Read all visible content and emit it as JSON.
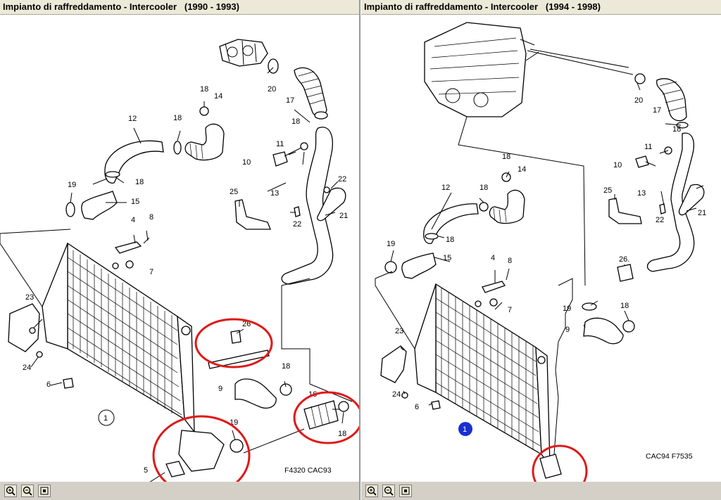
{
  "left": {
    "title": "Impianto di raffreddamento - Intercooler   (1990 - 1993)",
    "diagram_code": "F4320 CAC93",
    "group_badge": "1",
    "callouts": {
      "c20": "20",
      "c17": "17",
      "c18a": "18",
      "c14": "14",
      "c18b": "18",
      "c12": "12",
      "c18c": "18",
      "c18d": "18",
      "c11": "11",
      "c10": "10",
      "c19a": "19",
      "c15": "15",
      "c4": "4",
      "c8": "8",
      "c7": "7",
      "c22a": "22",
      "c25": "25",
      "c13": "13",
      "c21": "21",
      "c22b": "22",
      "c23": "23",
      "c24": "24",
      "c6": "6",
      "c26": "26",
      "c9": "9",
      "c18e": "18",
      "c16": "16",
      "c18f": "18",
      "c19b": "19",
      "c5": "5"
    }
  },
  "right": {
    "title": "Impianto di raffreddamento - Intercooler   (1994 - 1998)",
    "diagram_code": "CAC94 F7535",
    "group_badge": "1",
    "callouts": {
      "c20": "20",
      "c17": "17",
      "c18a": "18",
      "c14": "14",
      "c18b": "18",
      "c12": "12",
      "c18c": "18",
      "c11": "11",
      "c10": "10",
      "c25": "25",
      "c13": "13",
      "c21": "21",
      "c22": "22",
      "c19a": "19",
      "c15": "15",
      "c4": "4",
      "c8": "8",
      "c26": "26.",
      "c7": "7",
      "c19b": "19",
      "c18d": "18",
      "c9": "9",
      "c23": "23",
      "c24": "24.",
      "c6": "6"
    }
  },
  "toolbar": {
    "zoom_in": "zoom-in-icon",
    "zoom_out": "zoom-out-icon",
    "fit": "fit-page-icon"
  },
  "colors": {
    "highlight": "#e01818",
    "badge_right": "#1a2fd0",
    "title_bar": "#ece9d8"
  }
}
